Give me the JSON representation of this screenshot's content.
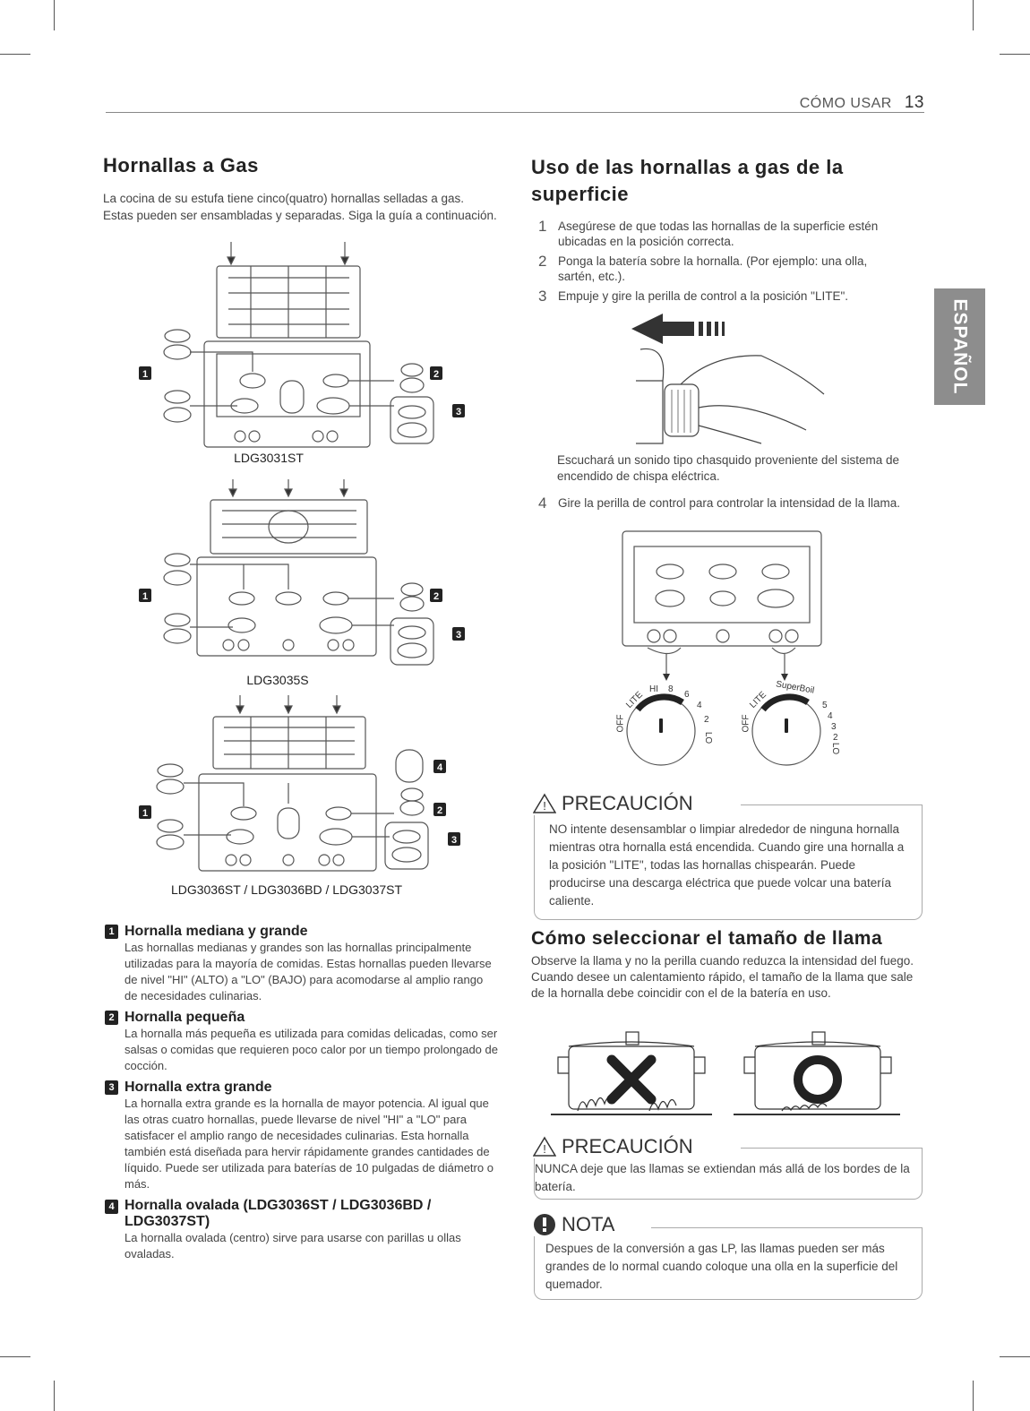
{
  "header": {
    "section": "CÓMO USAR",
    "page_number": "13"
  },
  "side_tab": "ESPAÑOL",
  "left": {
    "title": "Hornallas a Gas",
    "intro": "La cocina de su estufa tiene cinco(quatro) hornallas selladas a gas. Estas pueden ser ensambladas y separadas. Siga la guía a continuación.",
    "models": [
      "LDG3031ST",
      "LDG3035S",
      "LDG3036ST / LDG3036BD / LDG3037ST"
    ],
    "items": [
      {
        "num": "1",
        "title": "Hornalla mediana y grande",
        "body": "Las hornallas medianas y grandes son las hornallas principalmente utilizadas para la mayoría de comidas. Estas hornallas pueden llevarse de nivel \"HI\" (ALTO) a \"LO\" (BAJO) para acomodarse al amplio rango de necesidades culinarias."
      },
      {
        "num": "2",
        "title": "Hornalla pequeña",
        "body": "La hornalla más pequeña es utilizada para comidas delicadas, como ser salsas o comidas que requieren poco calor por un tiempo prolongado de cocción."
      },
      {
        "num": "3",
        "title": "Hornalla extra grande",
        "body": "La hornalla extra grande es la hornalla de mayor potencia. Al igual que las otras cuatro hornallas, puede llevarse de nivel \"HI\" a \"LO\" para satisfacer el amplio rango de necesidades culinarias. Esta hornalla también está diseñada para hervir rápidamente grandes cantidades de líquido. Puede ser utilizada para baterías de 10 pulgadas de diámetro o más."
      },
      {
        "num": "4",
        "title": "Hornalla ovalada (LDG3036ST / LDG3036BD / LDG3037ST)",
        "body": "La hornalla ovalada (centro) sirve para usarse con parillas u ollas ovaladas."
      }
    ]
  },
  "right": {
    "title": "Uso de las hornallas a gas de la superficie",
    "steps": [
      {
        "n": "1",
        "text": "Asegúrese de que todas las hornallas de la superficie estén ubicadas en la posición correcta."
      },
      {
        "n": "2",
        "text": "Ponga la batería sobre la hornalla. (Por ejemplo: una olla, sartén, etc.)."
      },
      {
        "n": "3",
        "text": "Empuje y gire la perilla de control a la posición \"LITE\"."
      }
    ],
    "click_note": "Escuchará un sonido tipo chasquido proveniente del sistema de encendido de chispa eléctrica.",
    "step4": {
      "n": "4",
      "text": "Gire la perilla de control para controlar la intensidad de la llama."
    },
    "knob_left_labels": [
      "OFF",
      "LITE",
      "HI",
      "8",
      "6",
      "4",
      "2",
      "LO"
    ],
    "knob_right_labels": [
      "OFF",
      "LITE",
      "SuperBoil",
      "5",
      "4",
      "3",
      "2",
      "LO"
    ],
    "caution1": {
      "title": "PRECAUCIÓN",
      "text": "NO intente desensamblar o limpiar alrededor de ninguna hornalla mientras otra hornalla está encendida. Cuando gire una hornalla a la posición \"LITE\", todas las hornallas chispearán. Puede producirse una descarga eléctrica que puede volcar una batería caliente."
    },
    "flame_title": "Cómo seleccionar el tamaño de llama",
    "flame_text": "Observe la llama y no la perilla cuando reduzca la intensidad del fuego. Cuando desee un calentamiento rápido, el tamaño de la llama que sale de la hornalla debe coincidir con el de la batería en uso.",
    "caution2": {
      "title": "PRECAUCIÓN",
      "text": "NUNCA deje que las llamas se extiendan más allá de los bordes de la batería."
    },
    "note": {
      "title": "NOTA",
      "text": "Despues de la conversión a gas LP, las llamas pueden ser más grandes de lo normal cuando coloque una olla en la superficie del quemador."
    }
  }
}
